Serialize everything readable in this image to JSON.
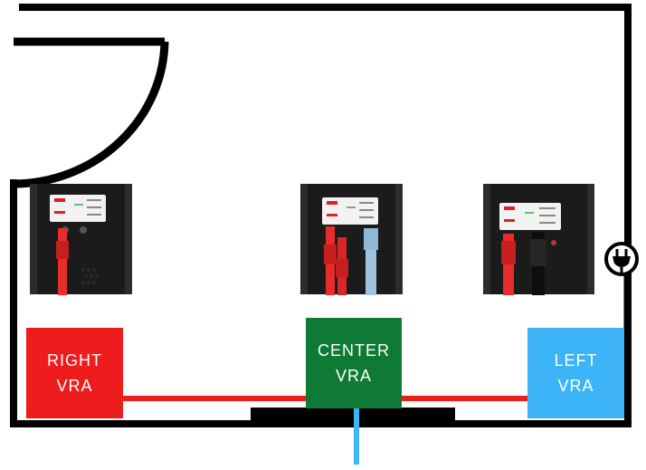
{
  "colors": {
    "right_vra": "#ee1c1c",
    "center_vra": "#0f7a36",
    "left_vra": "#3cb4f7",
    "red_cable": "#ee1c1c",
    "blue_cable": "#3cb4f7",
    "walls": "#000000"
  },
  "units": {
    "right": {
      "line1": "RIGHT",
      "line2": "VRA"
    },
    "center": {
      "line1": "CENTER",
      "line2": "VRA"
    },
    "left": {
      "line1": "LEFT",
      "line2": "VRA"
    }
  },
  "icons": {
    "door": "door-swing-icon",
    "outlet": "power-plug-icon"
  }
}
